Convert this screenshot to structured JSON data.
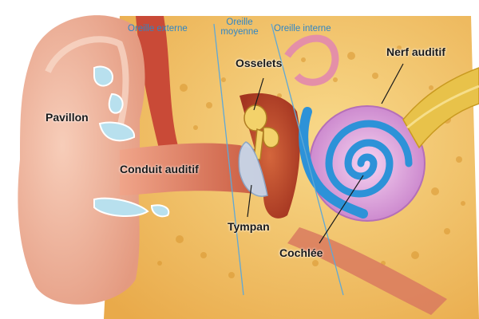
{
  "regions": {
    "outer": "Oreille externe",
    "middle_line1": "Oreille",
    "middle_line2": "moyenne",
    "inner": "Oreille interne"
  },
  "labels": {
    "pavillon": "Pavillon",
    "conduit": "Conduit auditif",
    "osselets": "Osselets",
    "nerf": "Nerf auditif",
    "tympan": "Tympan",
    "cochlee": "Cochlée"
  },
  "colors": {
    "skin": "#f2b8a3",
    "canal": "#e98b6f",
    "bone": "#f2c46a",
    "bone_pore": "#d9962f",
    "cartilage": "#b8e0ee",
    "cochlea": "#d79ad6",
    "cochlea_canal": "#2d92d8",
    "nerve": "#e8c24a",
    "divider": "#5fa8d6",
    "text": "#1a1a1a",
    "region_text": "#2f86c6"
  }
}
